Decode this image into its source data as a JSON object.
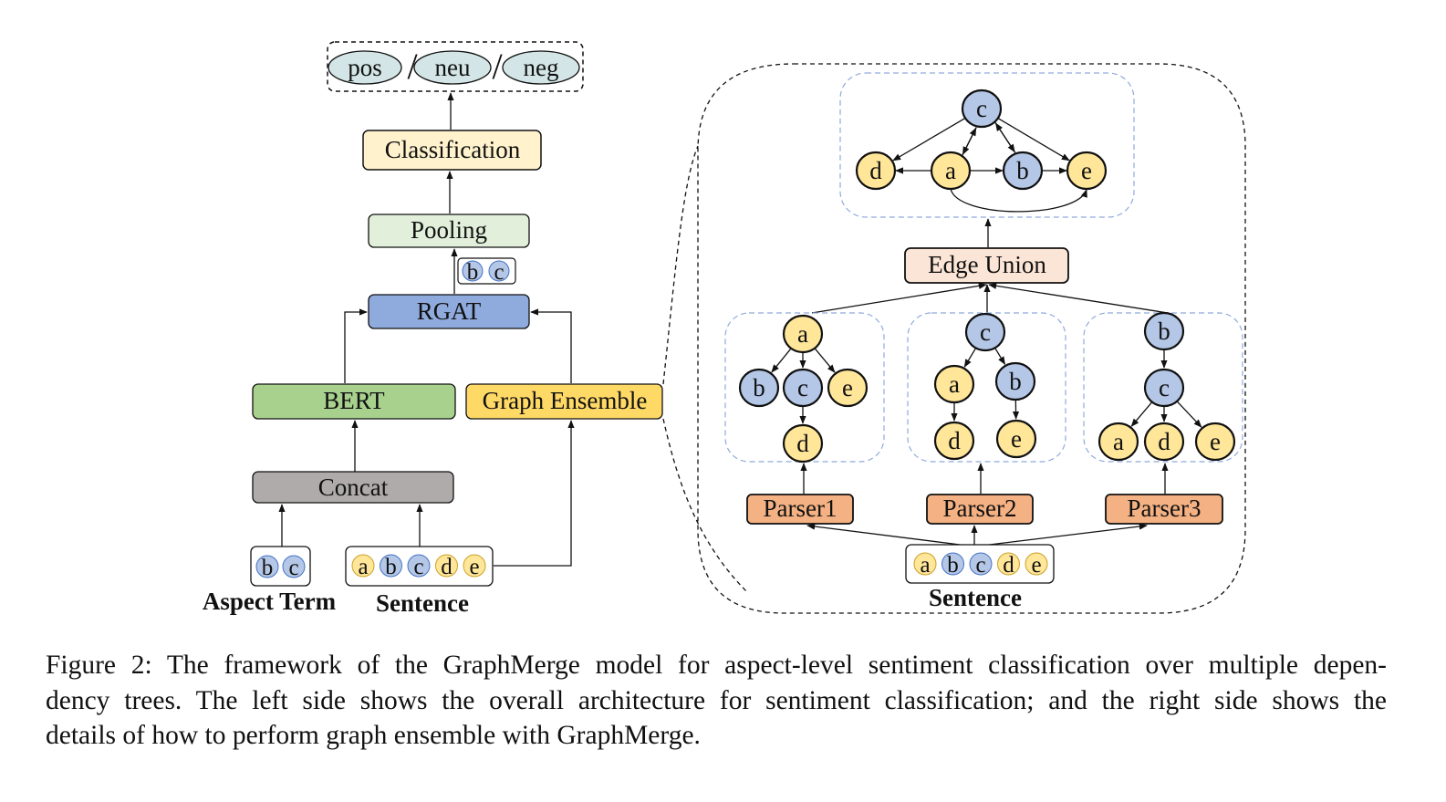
{
  "output_labels": [
    "pos",
    "neu",
    "neg"
  ],
  "separator": "/",
  "left": {
    "classification": "Classification",
    "pooling": "Pooling",
    "rgat": "RGAT",
    "bert": "BERT",
    "graph_ensemble": "Graph Ensemble",
    "concat": "Concat",
    "aspect_tokens": [
      "b",
      "c"
    ],
    "sentence_tokens": [
      "a",
      "b",
      "c",
      "d",
      "e"
    ],
    "pooled_tokens": [
      "b",
      "c"
    ],
    "aspect_label": "Aspect Term",
    "sentence_label": "Sentence"
  },
  "right": {
    "edge_union": "Edge Union",
    "parsers": [
      "Parser1",
      "Parser2",
      "Parser3"
    ],
    "sentence_tokens": [
      "a",
      "b",
      "c",
      "d",
      "e"
    ],
    "sentence_label": "Sentence",
    "merged_graph": {
      "nodes": [
        "c",
        "d",
        "a",
        "b",
        "e"
      ],
      "edges": [
        [
          "c",
          "d"
        ],
        [
          "c",
          "a"
        ],
        [
          "a",
          "c"
        ],
        [
          "b",
          "c"
        ],
        [
          "c",
          "b"
        ],
        [
          "c",
          "e"
        ],
        [
          "a",
          "d"
        ],
        [
          "a",
          "b"
        ],
        [
          "b",
          "e"
        ],
        [
          "a",
          "e"
        ]
      ]
    },
    "trees": [
      {
        "root": "a",
        "edges": [
          [
            "a",
            "b"
          ],
          [
            "a",
            "c"
          ],
          [
            "a",
            "e"
          ],
          [
            "c",
            "d"
          ]
        ]
      },
      {
        "root": "c",
        "edges": [
          [
            "c",
            "a"
          ],
          [
            "c",
            "b"
          ],
          [
            "a",
            "d"
          ],
          [
            "b",
            "e"
          ]
        ]
      },
      {
        "root": "b",
        "edges": [
          [
            "b",
            "c"
          ],
          [
            "c",
            "a"
          ],
          [
            "c",
            "d"
          ],
          [
            "c",
            "e"
          ]
        ]
      }
    ]
  },
  "colors": {
    "aspect_node": "#b4c7e7",
    "context_node": "#ffe699",
    "output_fill": "#d3e5e6",
    "classification_fill": "#fff2cc",
    "pooling_fill": "#e2efda",
    "rgat_fill": "#8faadc",
    "bert_fill": "#a9d18e",
    "graph_ensemble_fill": "#ffd966",
    "concat_fill": "#afabab",
    "edge_union_fill": "#fbe5d6",
    "parser_fill": "#f4b183",
    "group_border": "#8faadc"
  },
  "caption": {
    "lines": [
      "Figure 2: The framework of the GraphMerge model for aspect-level sentiment classification over multiple depen-",
      "dency trees. The left side shows the overall architecture for sentiment classification; and the right side shows the",
      "details of how to perform graph ensemble with GraphMerge."
    ]
  }
}
